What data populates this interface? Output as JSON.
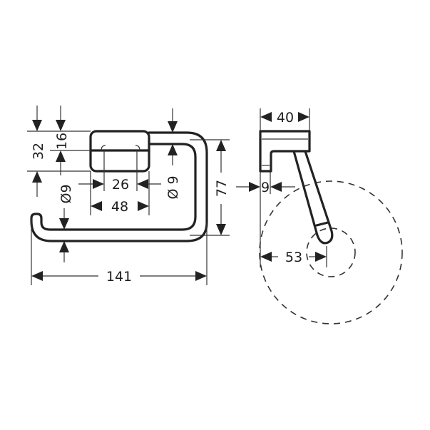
{
  "drawing": {
    "subject": "Toilet paper holder technical drawing",
    "colors": {
      "line": "#222222",
      "background": "#ffffff"
    },
    "front_view": {
      "dimensions": {
        "overall_width": "141",
        "height_outer": "32",
        "height_upper": "16",
        "pin_spacing_inner": "26",
        "mount_width": "48",
        "rod_diameter_left": "Ø9",
        "rod_diameter_right": "Ø 9",
        "rod_depth": "77"
      }
    },
    "side_view": {
      "dimensions": {
        "mount_depth": "40",
        "wall_offset": "9",
        "rod_center_offset": "53"
      },
      "roll_outline": "dashed circles"
    }
  }
}
